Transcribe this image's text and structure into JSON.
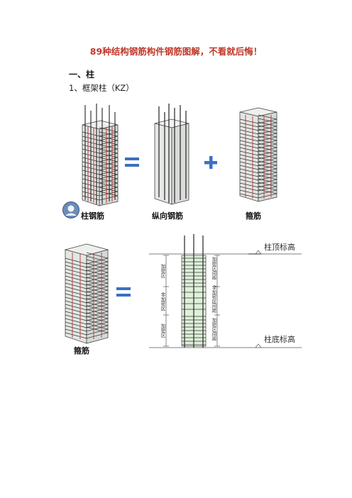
{
  "document": {
    "title": "89种结构钢筋构件钢筋图解，不看就后悔！",
    "section_heading": "一、柱",
    "subsection_heading": "1、框架柱（KZ）"
  },
  "figure_top": {
    "captions": {
      "column": "柱钢筋",
      "longitudinal": "纵向钢筋",
      "stirrup": "箍筋"
    },
    "colors": {
      "operator": "#3b6fc2",
      "rebar_red": "#b84545",
      "rebar_dark": "#2b2b2b"
    }
  },
  "figure_bottom": {
    "caption_left": "箍筋",
    "label_top": "柱顶标高",
    "label_bottom": "柱底标高",
    "zone_labels_left": [
      "加密区",
      "非加密区",
      "加密区"
    ],
    "zone_labels_right": [
      "加密区间距",
      "非加密区间距",
      "加密区间距"
    ],
    "colors": {
      "section_fill": "#dff0da",
      "line": "#555555"
    }
  }
}
